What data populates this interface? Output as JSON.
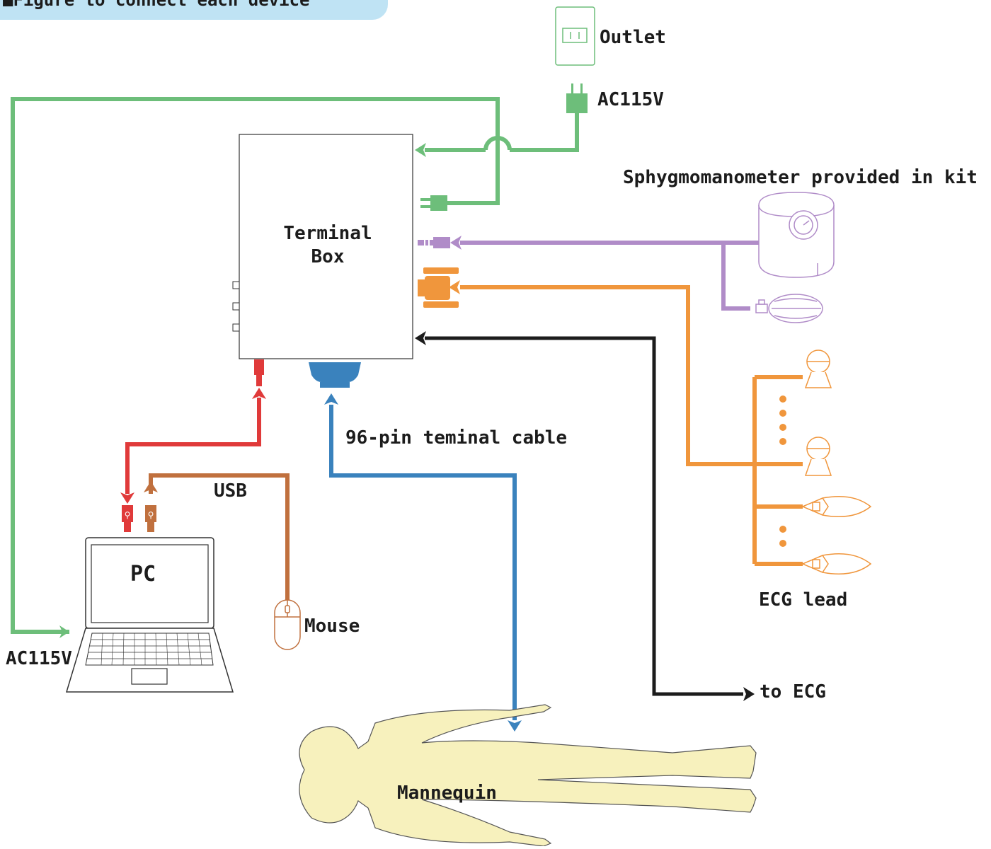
{
  "banner": {
    "text": "■Figure to connect each device",
    "color": "#bfe3f4"
  },
  "labels": {
    "outlet": "Outlet",
    "ac_top": "AC115V",
    "ac_pc": "AC115V",
    "terminal_box": "Terminal\nBox",
    "sphygmomanometer": "Sphygmomanometer provided in kit",
    "cable_96pin": "96-pin teminal cable",
    "usb": "USB",
    "pc": "PC",
    "mouse": "Mouse",
    "ecg_lead": "ECG lead",
    "to_ecg": "to ECG",
    "mannequin": "Mannequin"
  },
  "colors": {
    "power": "#6dbe7a",
    "sphygmomanometer": "#b08cc8",
    "ecg": "#f0963c",
    "ecg_out": "#1c1c1c",
    "cable_96pin": "#3a82bd",
    "usb_red": "#e03a3a",
    "usb_brown": "#c0703e",
    "mannequin": "#f7f1bd"
  }
}
